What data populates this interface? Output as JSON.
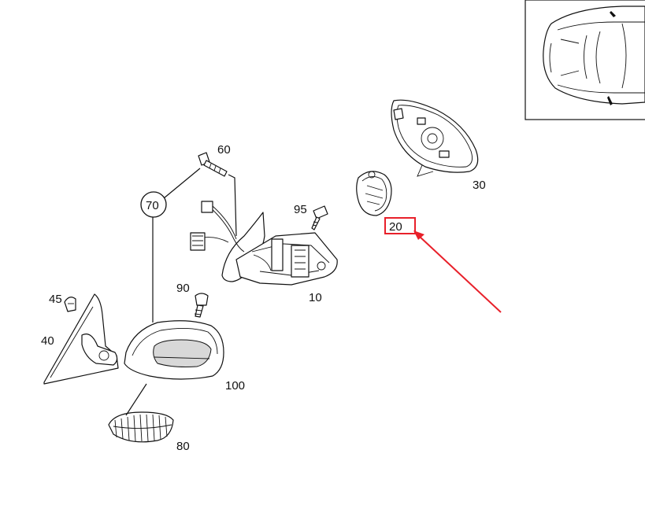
{
  "diagram": {
    "part_labels": {
      "p10": "10",
      "p20": "20",
      "p30": "30",
      "p40": "40",
      "p45": "45",
      "p60": "60",
      "p70": "70",
      "p80": "80",
      "p90": "90",
      "p95": "95",
      "p100": "100"
    },
    "highlighted_part": "20",
    "colors": {
      "highlight": "#e8202a",
      "line": "#111111",
      "background": "#ffffff"
    }
  }
}
